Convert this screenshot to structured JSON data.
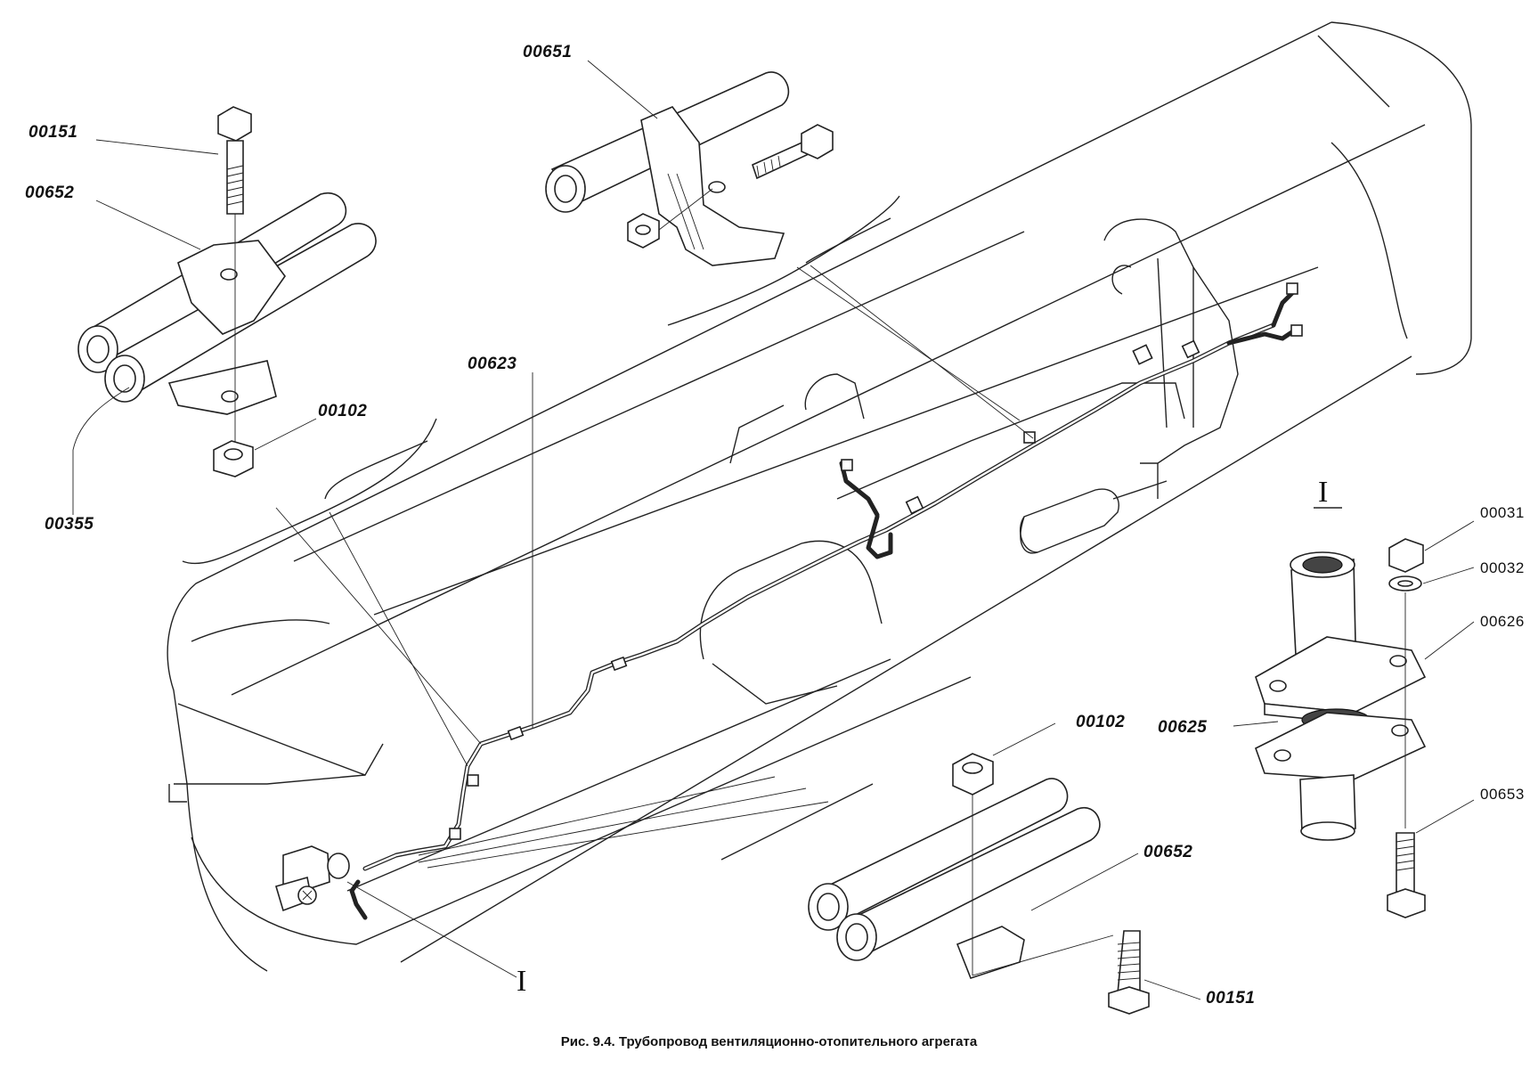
{
  "figure": {
    "caption": "Рис. 9.4. Трубопровод вентиляционно-отопительного агрегата"
  },
  "callouts": {
    "c00151_top": "00151",
    "c00652_top": "00652",
    "c00355": "00355",
    "c00102_top": "00102",
    "c00651": "00651",
    "c00623": "00623",
    "c00102_bottom": "00102",
    "c00625": "00625",
    "c00652_bottom": "00652",
    "c00151_bottom": "00151",
    "c00031": "00031",
    "c00032": "00032",
    "c00626": "00626",
    "c00653": "00653"
  },
  "view_marks": {
    "detail_heading": "I",
    "detail_pointer": "I"
  }
}
